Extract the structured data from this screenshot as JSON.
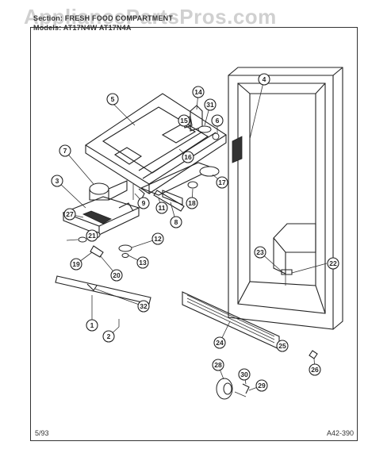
{
  "header": {
    "section_line": "Section: FRESH FOOD COMPARTMENT",
    "models_line": "Models: AT17N4W  AT17N4A"
  },
  "watermark": "AppliancePartsPros.com",
  "footer": {
    "date": "5/93",
    "code": "A42-390"
  },
  "callouts": {
    "c1": "1",
    "c2": "2",
    "c3": "3",
    "c4": "4",
    "c5": "5",
    "c6": "6",
    "c7": "7",
    "c8": "8",
    "c9": "9",
    "c11": "11",
    "c12": "12",
    "c13": "13",
    "c14": "14",
    "c15": "15",
    "c16": "16",
    "c17": "17",
    "c18": "18",
    "c19": "19",
    "c20": "20",
    "c21": "21",
    "c22": "22",
    "c23": "23",
    "c24": "24",
    "c25": "25",
    "c26": "26",
    "c27": "27",
    "c28": "28",
    "c29": "29",
    "c30": "30",
    "c31": "31",
    "c32": "32"
  },
  "colors": {
    "line": "#222222",
    "watermark": "#969696",
    "background": "#ffffff"
  }
}
